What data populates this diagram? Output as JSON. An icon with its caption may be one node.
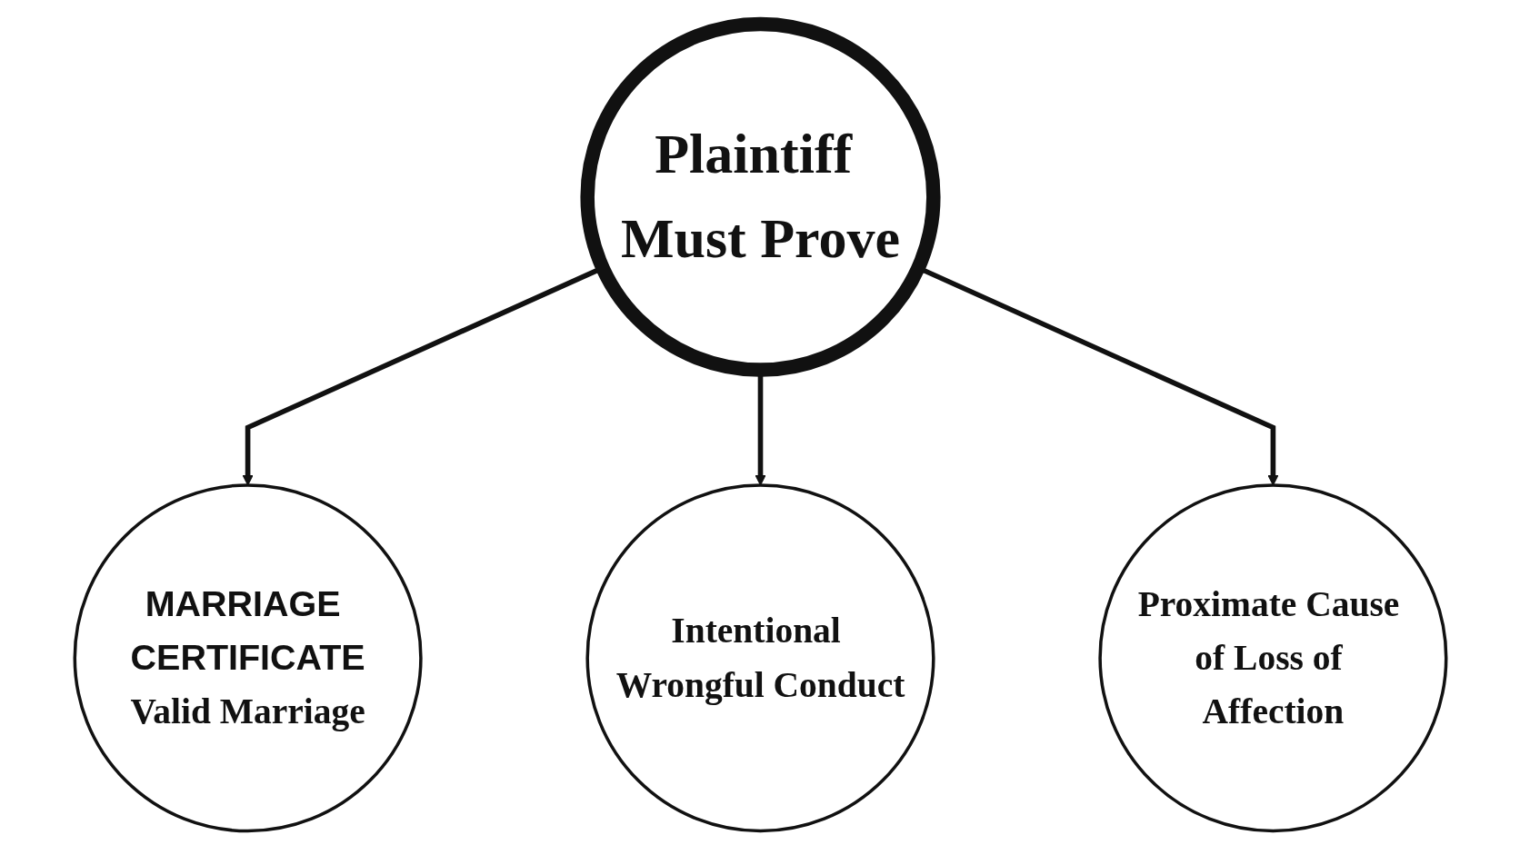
{
  "diagram": {
    "nodes": [
      {
        "text": [
          "Plaintiff Must Prove"
        ]
      },
      {
        "text": [
          "MARRIAGE CERTIFICATE",
          "Valid Marriage"
        ]
      },
      {
        "text": [
          "Intentional Wrongful Conduct"
        ]
      },
      {
        "text": [
          "Proximate Cause of Loss of Affection"
        ]
      }
    ],
    "edges": [
      {
        "from": 0,
        "to": 1,
        "arrow": "to"
      },
      {
        "from": 0,
        "to": 2,
        "arrow": "to"
      },
      {
        "from": 0,
        "to": 3,
        "arrow": "to"
      }
    ]
  }
}
